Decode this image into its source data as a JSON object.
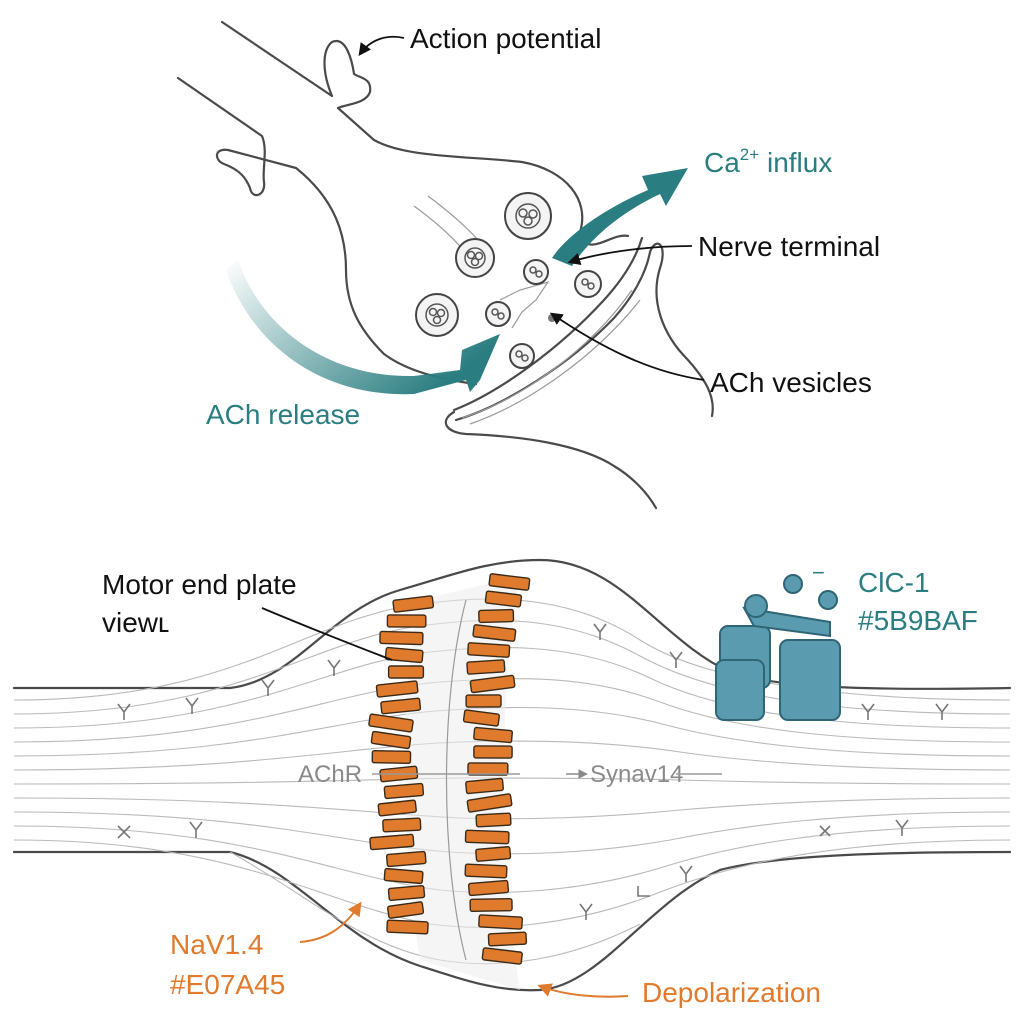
{
  "labels": {
    "action_potential": "Action potential",
    "ca_influx": "Ca",
    "ca_superscript": "2+",
    "ca_influx_suffix": " influx",
    "nerve_terminal": "Nerve terminal",
    "ach_vesicles": "ACh vesicles",
    "ach_release": "ACh release",
    "motor_end_plate_line1": "Motor end plate",
    "motor_end_plate_line2": "viewʟ",
    "clc1_name": "ClC-1",
    "clc1_color": "#5B9BAF",
    "clc1_charge": "−",
    "achr": "AChR",
    "synav": "Synav14",
    "nav_name": "NaV1.4",
    "nav_color": "#E07A45",
    "depolarization": "Depolarization"
  },
  "colors": {
    "teal": "#2a7d80",
    "teal_channel": "#5b9baf",
    "orange": "#e07a2c",
    "outline": "#4a4a4a"
  }
}
